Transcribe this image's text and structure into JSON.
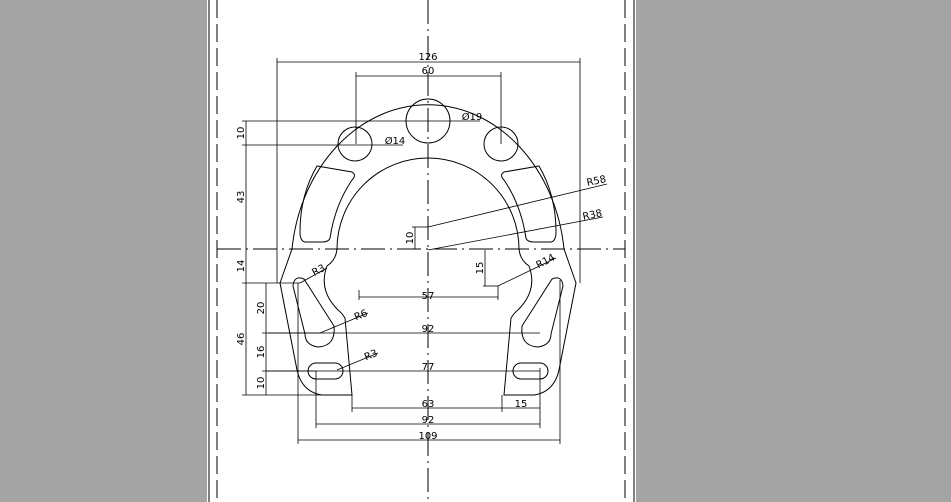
{
  "drawing": {
    "dimensions": {
      "overall_width": "126",
      "hole_spacing": "60",
      "big_hole_dia": "Ø19",
      "small_hole_dia": "Ø14",
      "hole_offset": "10",
      "hole_height": "43",
      "outer_radius": "R58",
      "inner_radius": "R38",
      "center_offset": "10",
      "lower_offset": "14",
      "notch_depth": "15",
      "notch_radius": "R14",
      "corner_radius_top": "R3",
      "notch_width": "57",
      "slot_spacing_upper": "20",
      "slot_radius": "R6",
      "slot_span_upper": "92",
      "lower_height": "46",
      "slot_spacing_mid": "16",
      "obround_radius": "R3",
      "obround_span": "77",
      "bottom_offset": "10",
      "leg_gap": "63",
      "leg_width": "15",
      "bottom_slot_span": "92",
      "base_width": "109"
    }
  }
}
